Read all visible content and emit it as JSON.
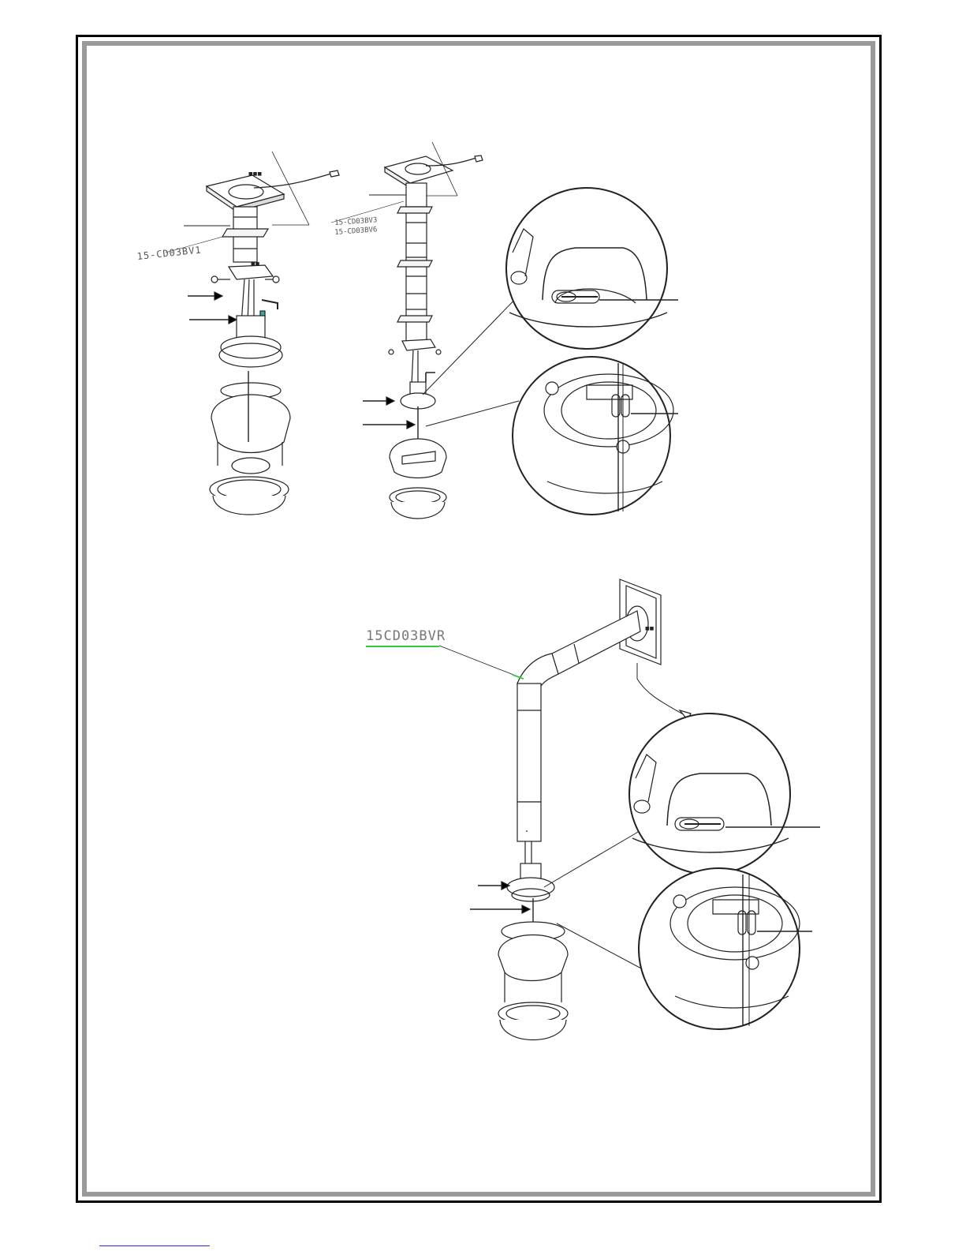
{
  "labels": {
    "part_v1": "15-CD03BV1",
    "part_v3": "15-CD03BV3",
    "part_v6": "15-CD03BV6",
    "part_vr": "15CD03BVR"
  },
  "colors": {
    "frame_outer": "#000000",
    "frame_inner": "#9a9a9a",
    "leader_green": "#2ecc40",
    "footer_link": "#2a2ae0"
  }
}
